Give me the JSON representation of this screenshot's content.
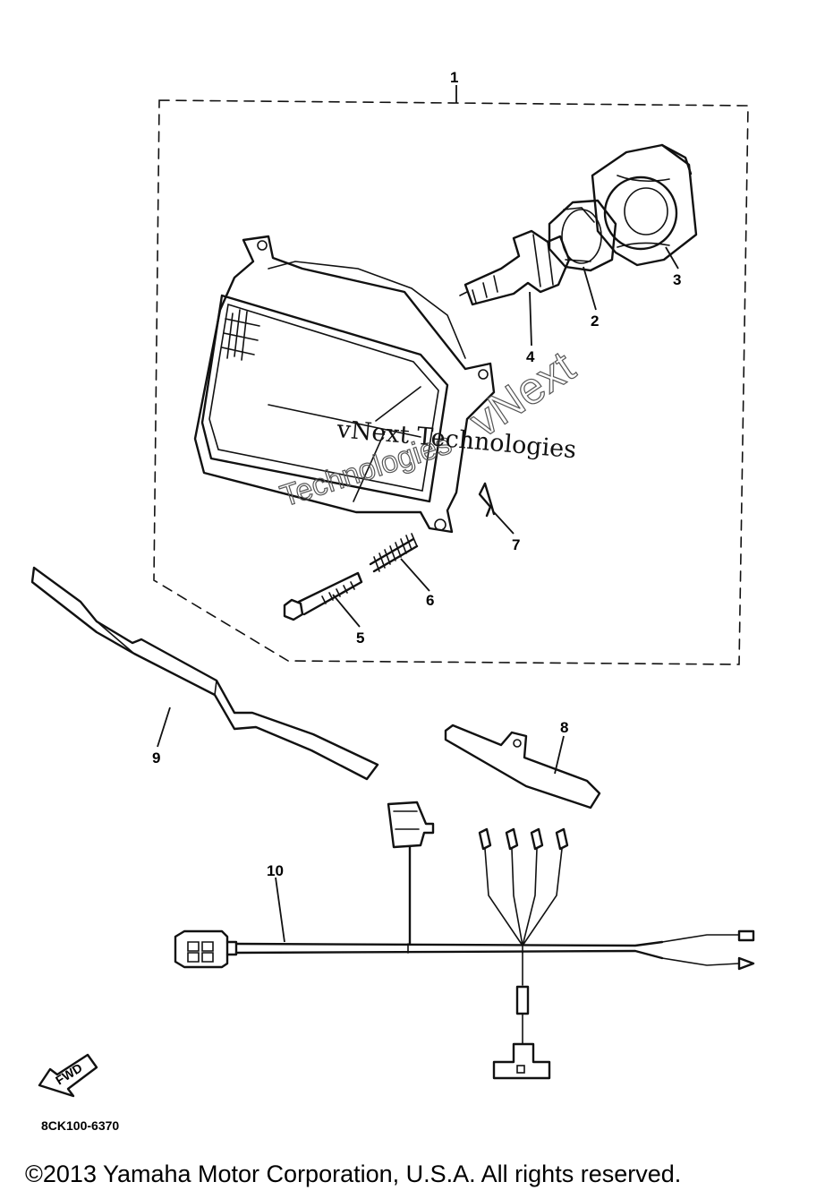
{
  "callouts": {
    "p1": "1",
    "p2": "2",
    "p3": "3",
    "p4": "4",
    "p5": "5",
    "p6": "6",
    "p7": "7",
    "p8": "8",
    "p9": "9",
    "p10": "10"
  },
  "fwd_label": "FWD",
  "diagram_code": "8CK100-6370",
  "watermark": {
    "serif": "vNext Technologies",
    "outline_top": "vNext",
    "outline_bottom": "Technologies"
  },
  "copyright": "©2013 Yamaha Motor Corporation, U.S.A. All rights reserved."
}
